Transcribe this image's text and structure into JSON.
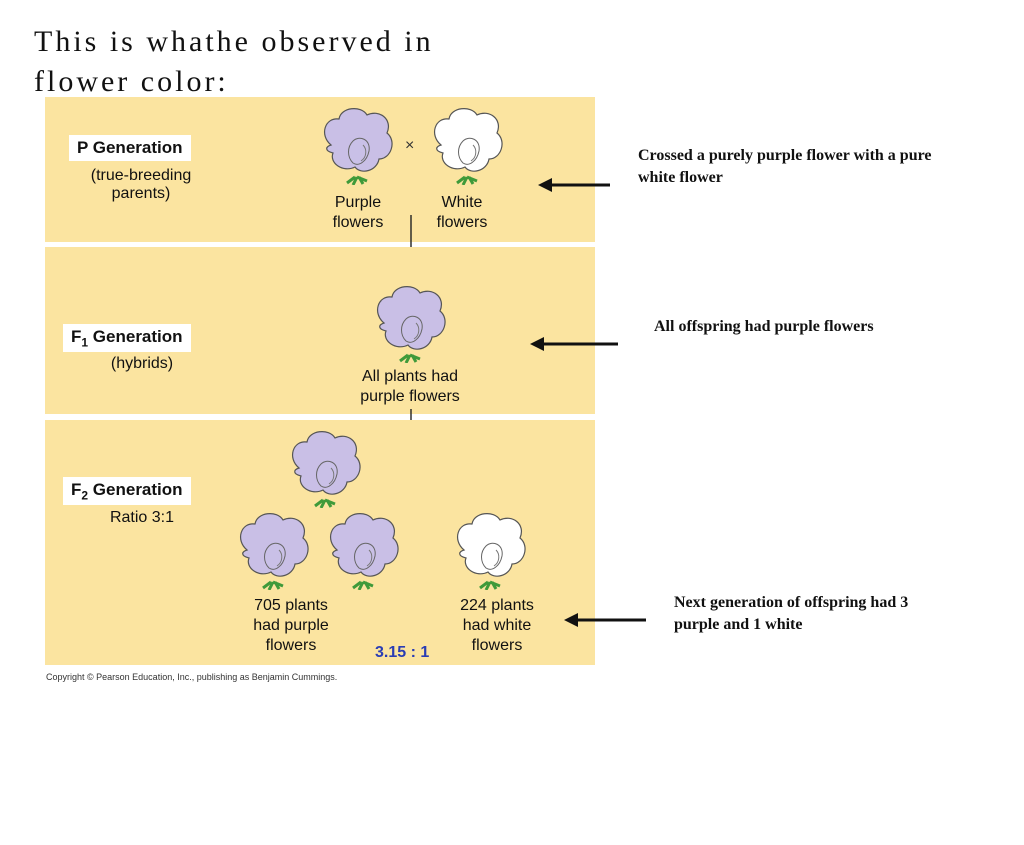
{
  "slide": {
    "title": "This is whathe observed in flower color:"
  },
  "colors": {
    "panel": "#fbe4a0",
    "purple_flower": "#c9bfe6",
    "white_flower": "#ffffff",
    "ratio_text": "#2a3db4"
  },
  "icons": [
    "purple-flower-icon",
    "white-flower-icon",
    "down-arrow-icon",
    "left-arrow-icon"
  ],
  "figure": {
    "p": {
      "label": "P Generation",
      "sub_line1": "(true-breeding",
      "sub_line2": "parents)",
      "cross": "×",
      "purple_line1": "Purple",
      "purple_line2": "flowers",
      "white_line1": "White",
      "white_line2": "flowers"
    },
    "f1": {
      "label_letter": "F",
      "label_sub": "1",
      "label_rest": " Generation",
      "sub": "(hybrids)",
      "cap_line1": "All plants had",
      "cap_line2": "purple flowers"
    },
    "f2": {
      "label_letter": "F",
      "label_sub": "2",
      "label_rest": " Generation",
      "sub": "Ratio 3:1",
      "purple_line1": "705 plants",
      "purple_line2": "had purple",
      "purple_line3": "flowers",
      "white_line1": "224 plants",
      "white_line2": "had white",
      "white_line3": "flowers",
      "ratio": "3.15 : 1"
    },
    "copyright": "Copyright © Pearson Education, Inc., publishing as Benjamin Cummings."
  },
  "notes": {
    "p_line1": "Crossed a purely purple flower with a pure",
    "p_line2": "white flower",
    "f1": "All offspring had purple flowers",
    "f2_line1": "Next generation of offspring had 3",
    "f2_line2": "purple and 1 white"
  }
}
